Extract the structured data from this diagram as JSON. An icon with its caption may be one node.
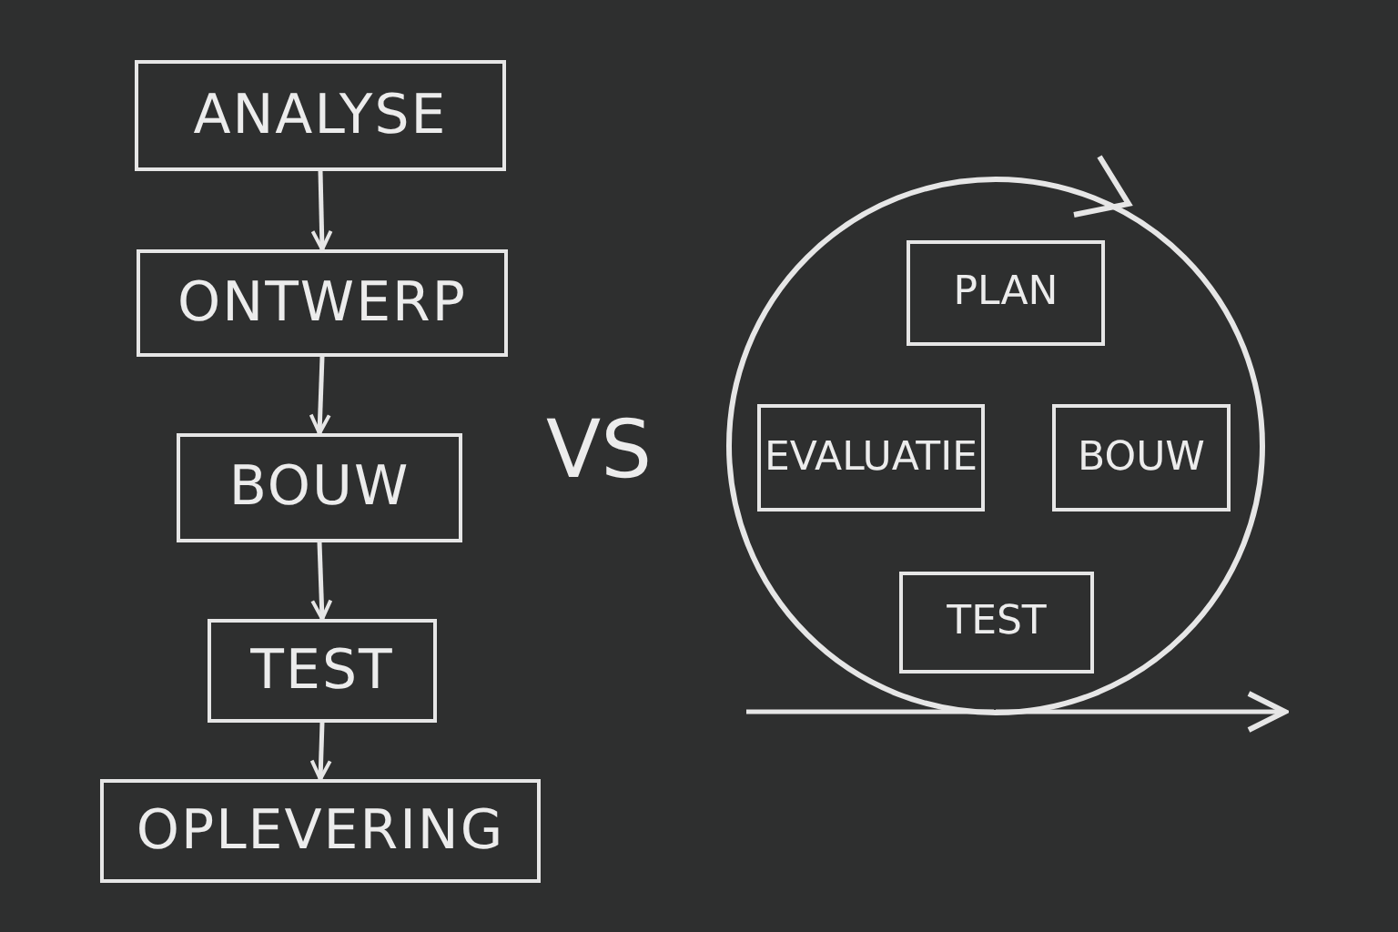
{
  "diagram": {
    "nodes": [
      {
        "text": [
          "ANALYSE"
        ]
      },
      {
        "text": [
          "ONTWERP"
        ]
      },
      {
        "text": [
          "BOUW"
        ]
      },
      {
        "text": [
          "TEST"
        ]
      },
      {
        "text": [
          "OPLEVERING"
        ]
      },
      {
        "text": [],
        "shape": "circle"
      },
      {
        "text": [
          "PLAN"
        ],
        "in": 5
      },
      {
        "text": [
          "EVALUATIE"
        ],
        "in": 5
      },
      {
        "text": [
          "BOUW"
        ],
        "in": 5
      },
      {
        "text": [
          "TEST"
        ],
        "in": 5
      }
    ],
    "edges": [
      {
        "from": 0,
        "to": 1,
        "arrow": "to"
      },
      {
        "from": 1,
        "to": 2,
        "arrow": "to"
      },
      {
        "from": 2,
        "to": 3,
        "arrow": "to"
      },
      {
        "from": 3,
        "to": 4,
        "arrow": "to"
      },
      {
        "from": 5,
        "to": null,
        "arrow": "to"
      }
    ],
    "labels": [
      "VS"
    ]
  }
}
